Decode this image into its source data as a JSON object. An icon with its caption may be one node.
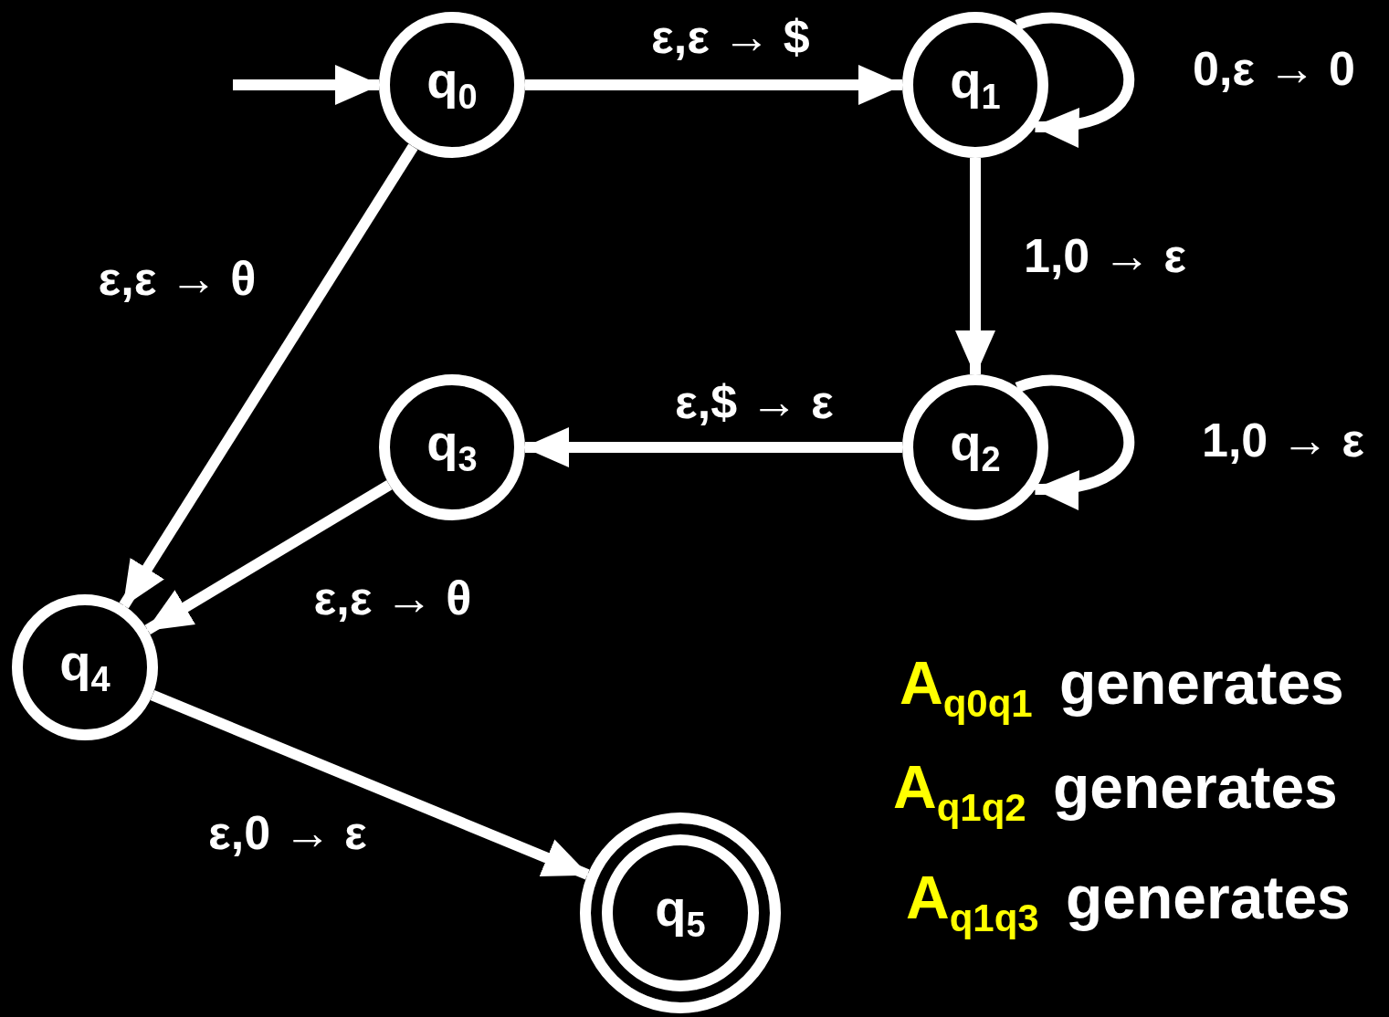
{
  "diagram": {
    "nodes": [
      {
        "text": [
          "q$_{0}$"
        ]
      },
      {
        "text": [
          "q$_{1}$"
        ]
      },
      {
        "text": [
          "q$_{2}$"
        ]
      },
      {
        "text": [
          "q$_{3}$"
        ]
      },
      {
        "text": [
          "q$_{4}$"
        ]
      },
      {
        "text": [
          "q$_{5}$"
        ]
      }
    ],
    "edges": [
      {
        "from": null,
        "to": 0,
        "arrow": "to"
      },
      {
        "from": 0,
        "to": 1,
        "arrow": "to",
        "label": "ε,ε → $"
      },
      {
        "from": 1,
        "to": 1,
        "arrow": "to",
        "label": "0,ε → 0"
      },
      {
        "from": 1,
        "to": 2,
        "arrow": "to",
        "label": "1,0 → ε"
      },
      {
        "from": 2,
        "to": 2,
        "arrow": "to",
        "label": "1,0 → ε"
      },
      {
        "from": 2,
        "to": 3,
        "arrow": "to",
        "label": "ε,$ → ε"
      },
      {
        "from": 0,
        "to": 4,
        "arrow": "to",
        "label": "ε,ε → θ"
      },
      {
        "from": 3,
        "to": 4,
        "arrow": "to",
        "label": "ε,ε → θ"
      },
      {
        "from": 4,
        "to": 5,
        "arrow": "to",
        "label": "ε,0 → ε"
      }
    ],
    "labels": [
      "A$_{q0q1}$",
      "generates",
      "A$_{q1q2}$",
      "generates",
      "A$_{q1q3}$",
      "generates"
    ]
  }
}
